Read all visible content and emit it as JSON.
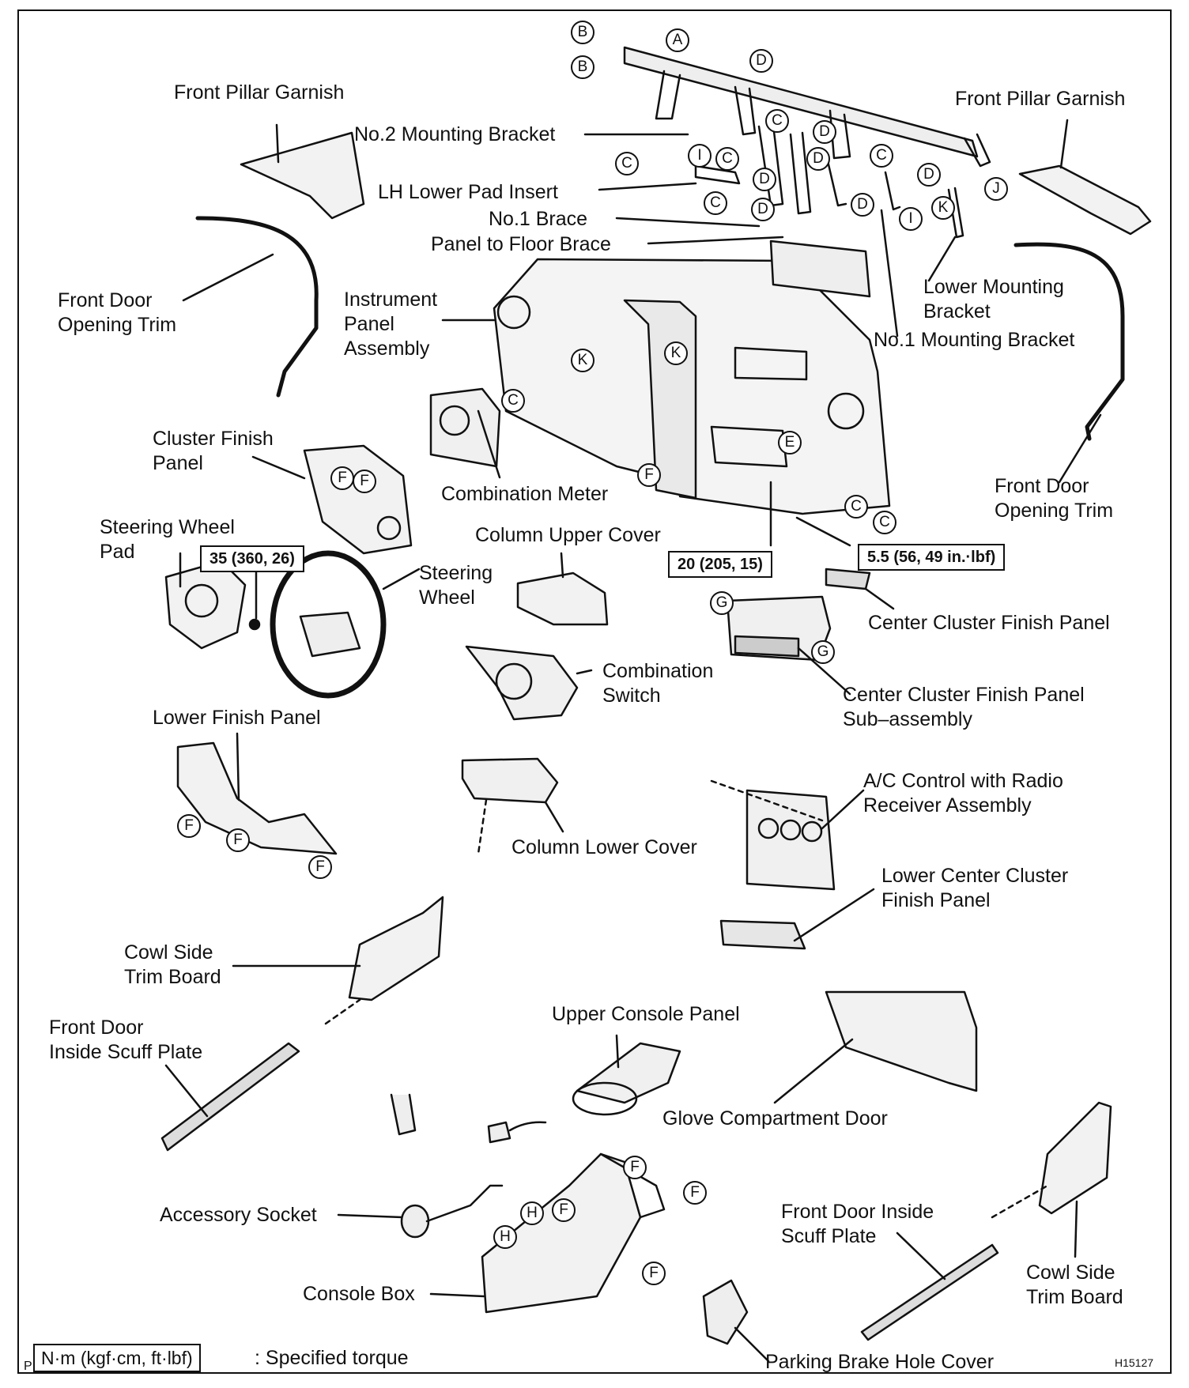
{
  "labels": {
    "front_pillar_garnish_lh": "Front Pillar Garnish",
    "front_pillar_garnish_rh": "Front Pillar Garnish",
    "no2_mounting_bracket": "No.2 Mounting Bracket",
    "lh_lower_pad_insert": "LH Lower Pad Insert",
    "no1_brace": "No.1 Brace",
    "panel_to_floor_brace": "Panel to Floor Brace",
    "front_door_opening_trim_lh": [
      "Front Door",
      "Opening Trim"
    ],
    "instrument_panel_assembly": [
      "Instrument",
      "Panel",
      "Assembly"
    ],
    "lower_mounting_bracket": [
      "Lower Mounting",
      "Bracket"
    ],
    "no1_mounting_bracket": "No.1 Mounting Bracket",
    "cluster_finish_panel": [
      "Cluster Finish",
      "Panel"
    ],
    "combination_meter": "Combination Meter",
    "front_door_opening_trim_rh": [
      "Front Door",
      "Opening Trim"
    ],
    "steering_wheel_pad": [
      "Steering Wheel",
      "Pad"
    ],
    "column_upper_cover": "Column Upper Cover",
    "steering_wheel": [
      "Steering",
      "Wheel"
    ],
    "center_cluster_finish_panel": "Center Cluster Finish Panel",
    "combination_switch": [
      "Combination",
      "Switch"
    ],
    "center_cluster_finish_panel_sub": [
      "Center Cluster Finish Panel",
      "Sub–assembly"
    ],
    "lower_finish_panel": "Lower Finish Panel",
    "ac_control_radio": [
      "A/C Control with Radio",
      "Receiver Assembly"
    ],
    "column_lower_cover": "Column Lower Cover",
    "lower_center_cluster_finish_panel": [
      "Lower Center Cluster",
      "Finish Panel"
    ],
    "cowl_side_trim_board_lh": [
      "Cowl Side",
      "Trim Board"
    ],
    "upper_console_panel": "Upper Console Panel",
    "front_door_inside_scuff_plate_lh": [
      "Front Door",
      "Inside Scuff Plate"
    ],
    "glove_compartment_door": "Glove Compartment Door",
    "accessory_socket": "Accessory Socket",
    "front_door_inside_scuff_plate_rh": [
      "Front  Door Inside",
      "Scuff Plate"
    ],
    "cowl_side_trim_board_rh": [
      "Cowl Side",
      "Trim Board"
    ],
    "console_box": "Console Box",
    "parking_brake_hole_cover": "Parking Brake Hole Cover"
  },
  "torques": {
    "steering_wheel": "35 (360, 26)",
    "panel_bolt": "20 (205, 15)",
    "panel_screw": "5.5 (56, 49 in.·lbf)"
  },
  "legend": {
    "unit": "N·m (kgf·cm, ft·lbf)",
    "text": ": Specified torque"
  },
  "figure_code": "H15127",
  "corner_mark": "P",
  "callouts": {
    "A": "A",
    "B": "B",
    "C": "C",
    "D": "D",
    "E": "E",
    "F": "F",
    "G": "G",
    "H": "H",
    "I": "I",
    "J": "J",
    "K": "K"
  }
}
